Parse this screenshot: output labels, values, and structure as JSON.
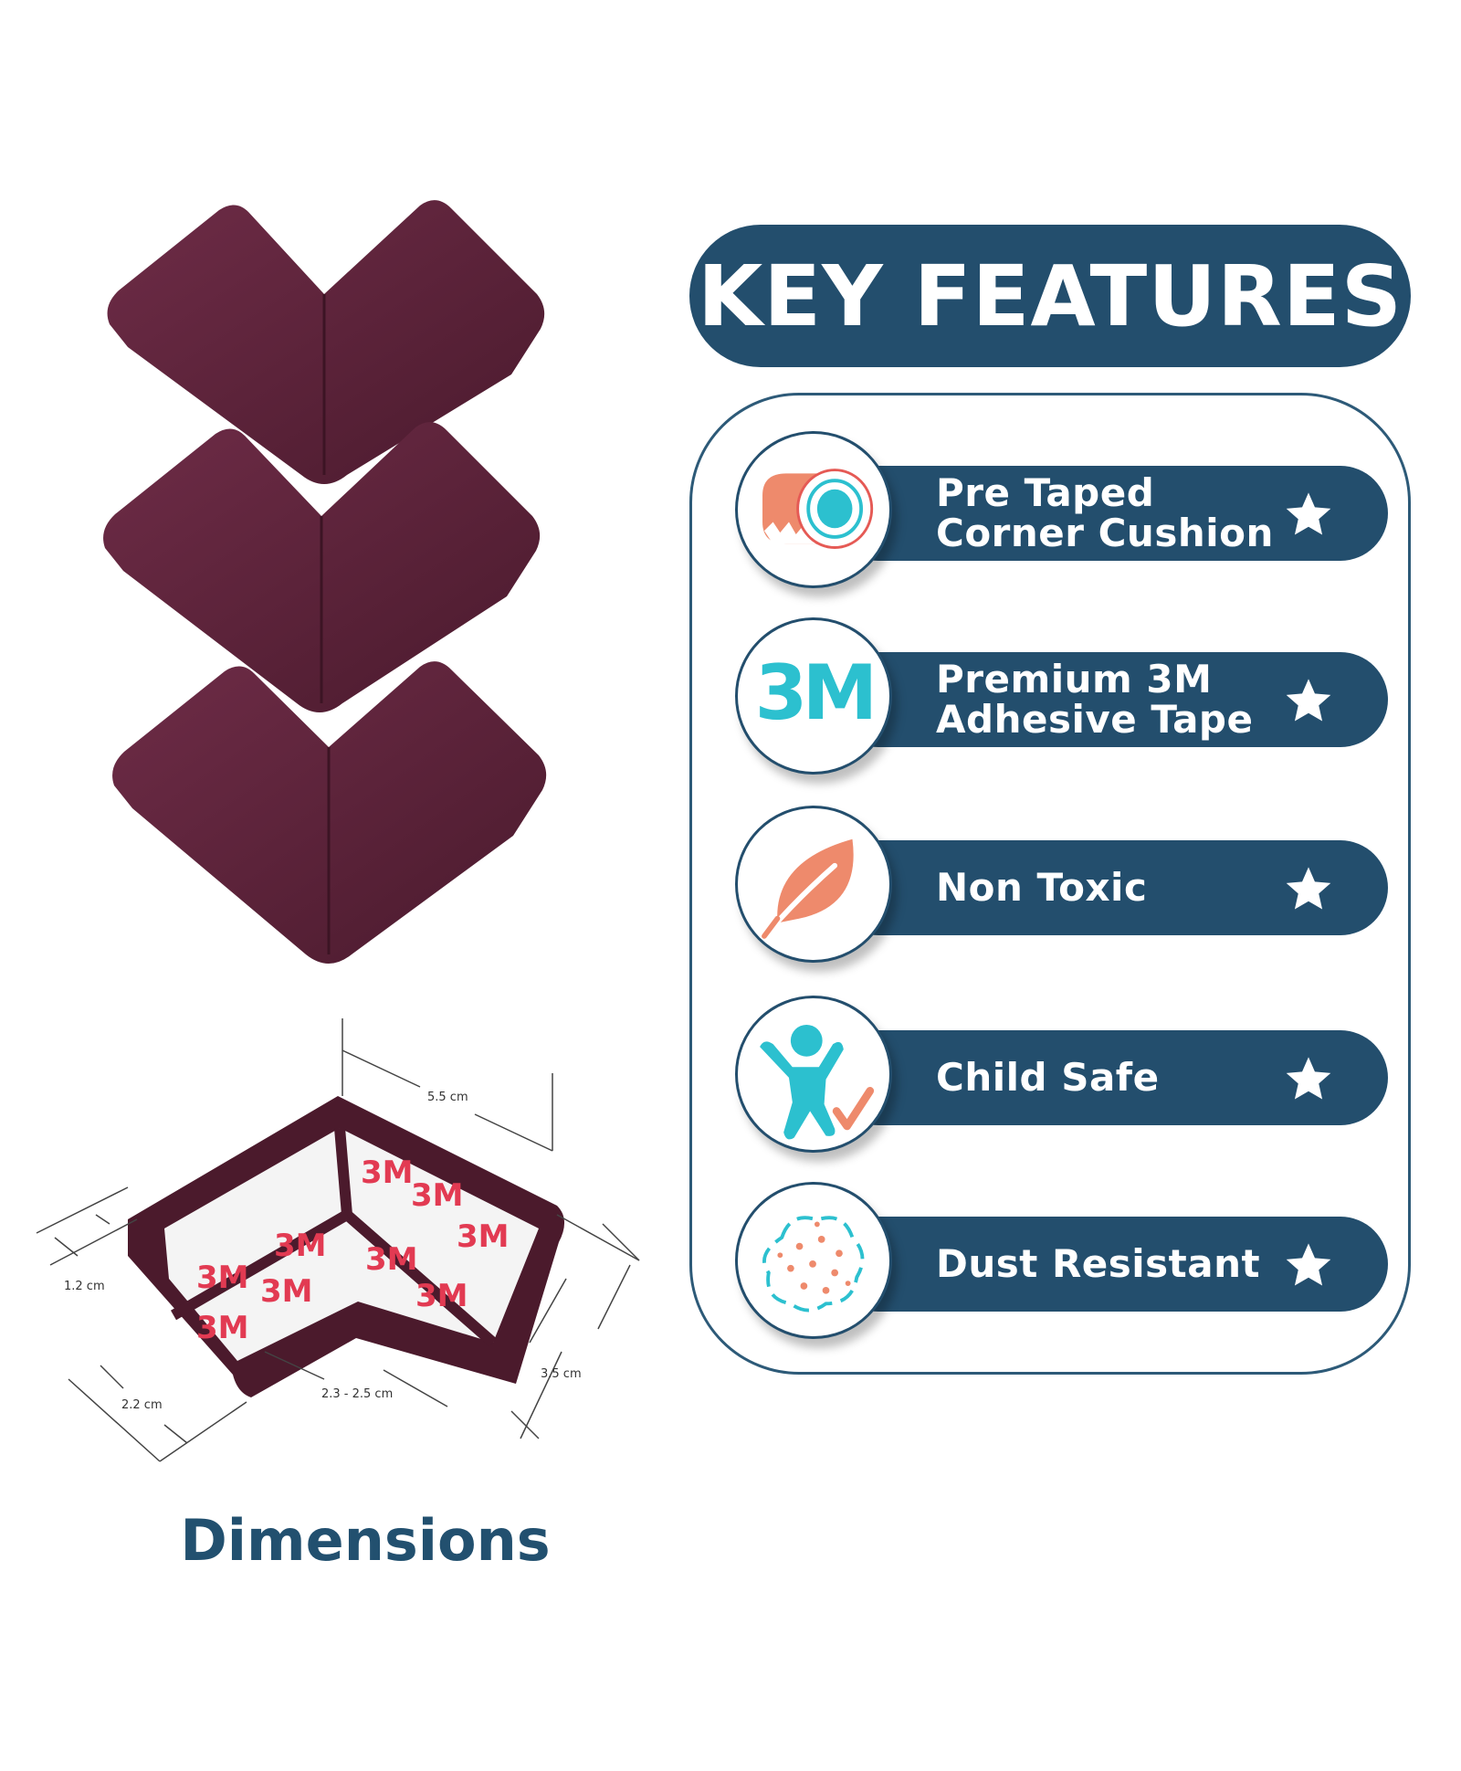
{
  "header": {
    "title": "KEY FEATURES"
  },
  "features": [
    {
      "icon": "tape-roll-icon",
      "line1": "Pre Taped",
      "line2": "Corner Cushion"
    },
    {
      "icon": "3m-logo-icon",
      "logo_text": "3M",
      "line1": "Premium 3M",
      "line2": "Adhesive Tape"
    },
    {
      "icon": "leaf-icon",
      "line1": "Non Toxic",
      "line2": ""
    },
    {
      "icon": "child-check-icon",
      "line1": "Child Safe",
      "line2": ""
    },
    {
      "icon": "dust-icon",
      "line1": "Dust Resistant",
      "line2": ""
    }
  ],
  "dimensions": {
    "caption": "Dimensions",
    "labels": {
      "top": "5.5 cm",
      "left_thickness": "1.2 cm",
      "left_depth": "2.2 cm",
      "inner": "2.3 - 2.5 cm",
      "right": "3.5 cm"
    },
    "tape_print": "3M"
  },
  "colors": {
    "navy": "#234e6d",
    "cushion": "#5a2238",
    "accent_teal": "#2cc0cf",
    "accent_coral": "#ee8a6c",
    "tape_red": "#e23a52"
  }
}
